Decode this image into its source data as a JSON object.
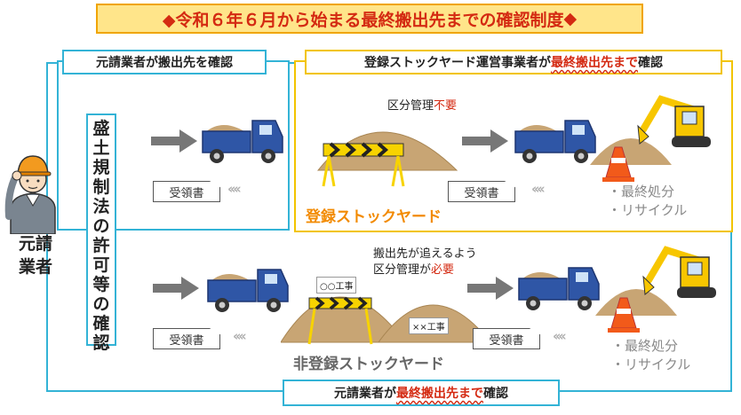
{
  "title": {
    "prefix": "◆令和６年６月から始まる",
    "emphasis": "最終搬出先までの確認制度",
    "suffix": "◆"
  },
  "left_box": {
    "heading": "元請業者が搬出先を確認",
    "receipt": "受領書"
  },
  "right_box": {
    "heading_prefix": "登録ストックヤード運営事業者が",
    "heading_emphasis": "最終搬出先まで",
    "heading_suffix": "確認",
    "pile_note_prefix": "区分管理",
    "pile_note_emphasis": "不要",
    "receipt": "受領書",
    "disposal": [
      "・最終処分",
      "・リサイクル"
    ],
    "yard_label": "登録ストックヤード"
  },
  "vertical_label": [
    "盛",
    "土",
    "規",
    "制",
    "法",
    "の",
    "許",
    "可",
    "等",
    "の",
    "確",
    "認"
  ],
  "contractor": {
    "line1": "元請",
    "line2": "業者"
  },
  "lower": {
    "receipt_left": "受領書",
    "pile_note_line1": "搬出先が追えるよう",
    "pile_note_line2_prefix": "区分管理が",
    "pile_note_line2_emphasis": "必要",
    "sign_a": "○○工事",
    "sign_b": "××工事",
    "yard_label": "非登録ストックヤード",
    "receipt_right": "受領書",
    "disposal": [
      "・最終処分",
      "・リサイクル"
    ],
    "bottom_heading_prefix": "元請業者が",
    "bottom_heading_emphasis": "最終搬出先まで",
    "bottom_heading_suffix": "確認"
  },
  "colors": {
    "frame_blue": "#33b3d6",
    "frame_yellow": "#f2c400",
    "accent_red": "#d42a12",
    "title_orange": "#e06a00",
    "title_bg": "#ffe58a",
    "truck_blue": "#2f56a6",
    "soil": "#c8a574",
    "excavator": "#f7c600",
    "yard_orange": "#f28a00"
  },
  "icons": [
    "arrow-icon",
    "truck-icon",
    "soil-pile-icon",
    "barrier-icon",
    "excavator-icon",
    "traffic-cone-icon",
    "worker-icon",
    "receipt-icon",
    "chevron-icon"
  ]
}
